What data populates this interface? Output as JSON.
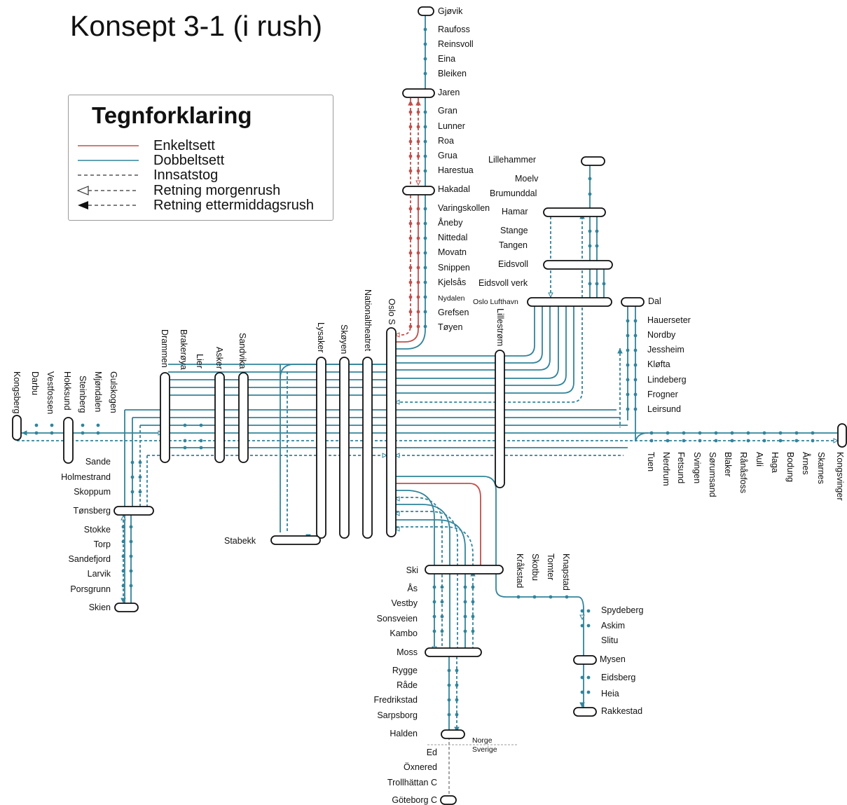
{
  "title": "Konsept 3-1 (i rush)",
  "legend": {
    "title": "Tegnforklaring",
    "items": [
      {
        "label": "Enkeltsett",
        "style": "red-solid"
      },
      {
        "label": "Dobbeltsett",
        "style": "teal-solid"
      },
      {
        "label": "Innsatstog",
        "style": "dashed"
      },
      {
        "label": "Retning morgenrush",
        "style": "open-arrow-dashed"
      },
      {
        "label": "Retning ettermiddagsrush",
        "style": "filled-arrow-dashed"
      }
    ]
  },
  "colors": {
    "enkeltsett": "#c0504d",
    "dobbeltsett": "#31849b",
    "innsatstog": "#31849b",
    "sweden": "#9a9a9a"
  },
  "border": {
    "norway": "Norge",
    "sweden": "Sverige"
  },
  "stations": {
    "gjovik_line": [
      "Gjøvik",
      "Raufoss",
      "Reinsvoll",
      "Eina",
      "Bleiken",
      "Jaren",
      "Gran",
      "Lunner",
      "Roa",
      "Grua",
      "Harestua",
      "Hakadal",
      "Varingskollen",
      "Åneby",
      "Nittedal",
      "Movatn",
      "Snippen",
      "Kjelsås",
      "Nydalen",
      "Grefsen",
      "Tøyen"
    ],
    "dovre_line": [
      "Lillehammer",
      "Moelv",
      "Brumunddal",
      "Hamar",
      "Stange",
      "Tangen",
      "Eidsvoll",
      "Eidsvoll verk",
      "Oslo Lufthavn"
    ],
    "hoved_line": [
      "Dal",
      "Hauerseter",
      "Nordby",
      "Jessheim",
      "Kløfta",
      "Lindeberg",
      "Frogner",
      "Leirsund"
    ],
    "kongsvinger_line": [
      "Tuen",
      "Nerdrum",
      "Fetsund",
      "Svingen",
      "Sørumsand",
      "Blaker",
      "Rånåsfoss",
      "Auli",
      "Haga",
      "Bodung",
      "Årnes",
      "Skarnes",
      "Kongsvinger"
    ],
    "oslo_core": [
      "Oslo S",
      "Nationaltheatret",
      "Skøyen",
      "Lysaker",
      "Lillestrøm",
      "Stabekk"
    ],
    "west_line": [
      "Kongsberg",
      "Darbu",
      "Vestfossen",
      "Hokksund",
      "Steinberg",
      "Mjøndalen",
      "Gulskogen",
      "Drammen",
      "Brakerøya",
      "Lier",
      "Asker",
      "Sandvika"
    ],
    "vestfold_line": [
      "Sande",
      "Holmestrand",
      "Skoppum",
      "Tønsberg",
      "Stokke",
      "Torp",
      "Sandefjord",
      "Larvik",
      "Porsgrunn",
      "Skien"
    ],
    "ostfold_line": [
      "Ski",
      "Ås",
      "Vestby",
      "Sonsveien",
      "Kambo",
      "Moss",
      "Rygge",
      "Råde",
      "Fredrikstad",
      "Sarpsborg",
      "Halden"
    ],
    "ostfold_east": [
      "Kråkstad",
      "Skotbu",
      "Tomter",
      "Knapstad",
      "Spydeberg",
      "Askim",
      "Slitu",
      "Mysen",
      "Eidsberg",
      "Heia",
      "Rakkestad"
    ],
    "sweden": [
      "Ed",
      "Öxnered",
      "Trollhättan C",
      "Göteborg C"
    ]
  }
}
